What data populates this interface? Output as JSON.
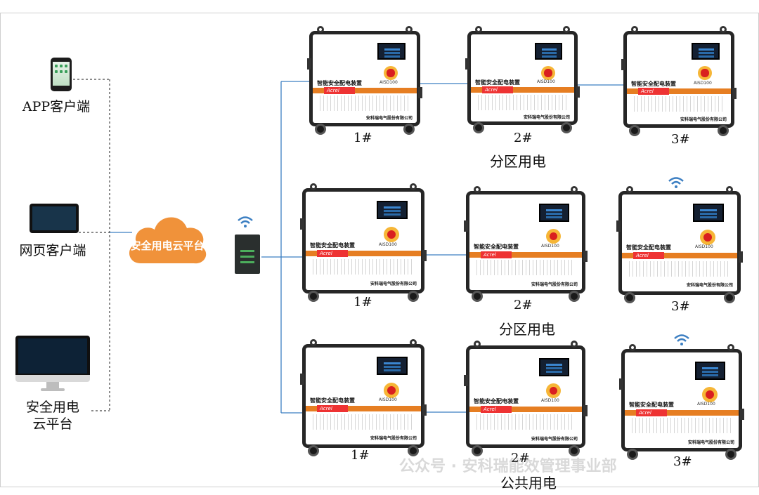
{
  "clients": {
    "app": "APP客户端",
    "web": "网页客户端",
    "platform": "安全用电\n云平台"
  },
  "cloud_label": "安全用电云平台",
  "icons": [
    "phone-icon",
    "tablet-icon",
    "desktop-monitor-icon",
    "cloud-icon",
    "gateway-icon",
    "wifi-icon"
  ],
  "colors": {
    "link": "#3c7fc2",
    "orange": "#e67e22",
    "cloud": "#f0923a"
  },
  "device_title_a": "智能安全配电装置",
  "device_title_b": "智能安全配电装置",
  "device_model": "AISD100",
  "device_company": "安科瑞电气股份有限公司",
  "device_logo": "Acrel",
  "devices": [
    {
      "num": "1#"
    },
    {
      "num": "2#"
    },
    {
      "num": "3#"
    },
    {
      "num": "1#"
    },
    {
      "num": "2#"
    },
    {
      "num": "3#"
    },
    {
      "num": "1#"
    },
    {
      "num": "2#"
    },
    {
      "num": "3#"
    }
  ],
  "zones": [
    "分区用电",
    "分区用电",
    "公共用电"
  ],
  "watermark": "公众号 · 安科瑞能效管理事业部"
}
